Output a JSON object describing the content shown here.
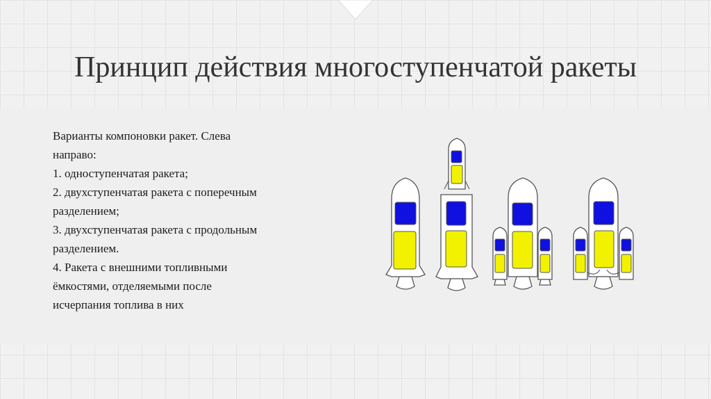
{
  "slide": {
    "title": "Принцип действия многоступенчатой ракеты",
    "caption_lines": [
      "Варианты компоновки ракет. Слева",
      "направо:",
      "1. одноступенчатая ракета;",
      "2. двухступенчатая ракета с поперечным",
      "разделением;",
      "3. двухступенчатая ракета с продольным",
      "разделением.",
      "4. Ракета с внешними топливными",
      "ёмкостями, отделяемыми после",
      "исчерпания топлива в них"
    ]
  },
  "illustration": {
    "rockets": [
      "single-stage-rocket",
      "two-stage-rocket-transverse-separation",
      "two-stage-rocket-longitudinal-separation",
      "rocket-with-external-fuel-tanks"
    ],
    "colors": {
      "oxidizer": "#1010e0",
      "fuel": "#f2f200",
      "outline": "#555555",
      "body": "#ffffff"
    }
  }
}
